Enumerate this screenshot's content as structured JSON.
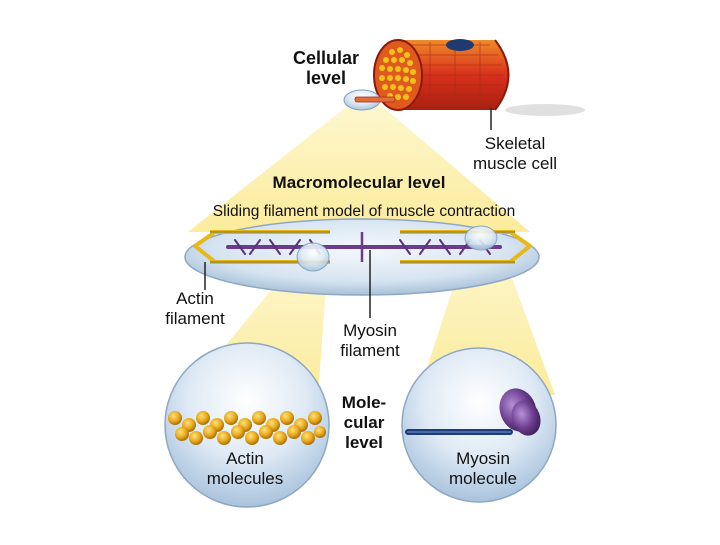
{
  "labels": {
    "cellular_level": [
      "Cellular",
      "level"
    ],
    "skeletal_muscle_cell": [
      "Skeletal",
      "muscle cell"
    ],
    "macromolecular_level": "Macromolecular level",
    "sliding_filament": "Sliding filament model of muscle contraction",
    "actin_filament": [
      "Actin",
      "filament"
    ],
    "myosin_filament": [
      "Myosin",
      "filament"
    ],
    "molecular_level": [
      "Mole-",
      "cular",
      "level"
    ],
    "actin_molecules": [
      "Actin",
      "molecules"
    ],
    "myosin_molecule": [
      "Myosin",
      "molecule"
    ]
  },
  "colors": {
    "muscle_red": "#d8301c",
    "muscle_orange": "#f0781e",
    "fiber_yellow": "#f2c21c",
    "nucleus_blue": "#1e3a6e",
    "beam_yellow": "#fdf3b0",
    "sphere_blue": "#cfe0f0",
    "actin_gold": "#e8a81a",
    "myosin_purple": "#6a3c8c",
    "myosin_rod_blue": "#1f3c7a"
  },
  "icons": [
    "muscle-cell-illustration",
    "sarcomere-illustration",
    "actin-beads-illustration",
    "myosin-head-illustration"
  ]
}
